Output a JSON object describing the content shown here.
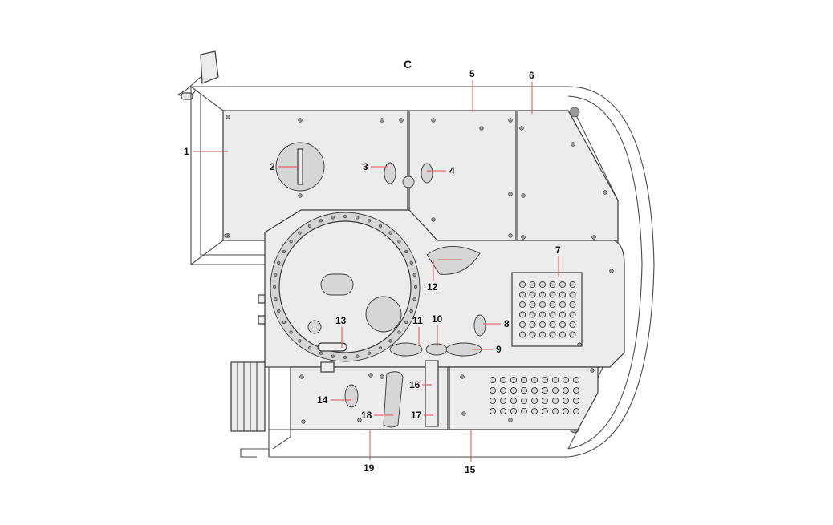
{
  "view_label": "C",
  "callouts": [
    "1",
    "2",
    "3",
    "4",
    "5",
    "6",
    "7",
    "8",
    "9",
    "10",
    "11",
    "12",
    "13",
    "14",
    "15",
    "16",
    "17",
    "18",
    "19"
  ],
  "colors": {
    "line": "#3a3a3a",
    "panel": "#ececec",
    "leader": "#d9534f"
  }
}
